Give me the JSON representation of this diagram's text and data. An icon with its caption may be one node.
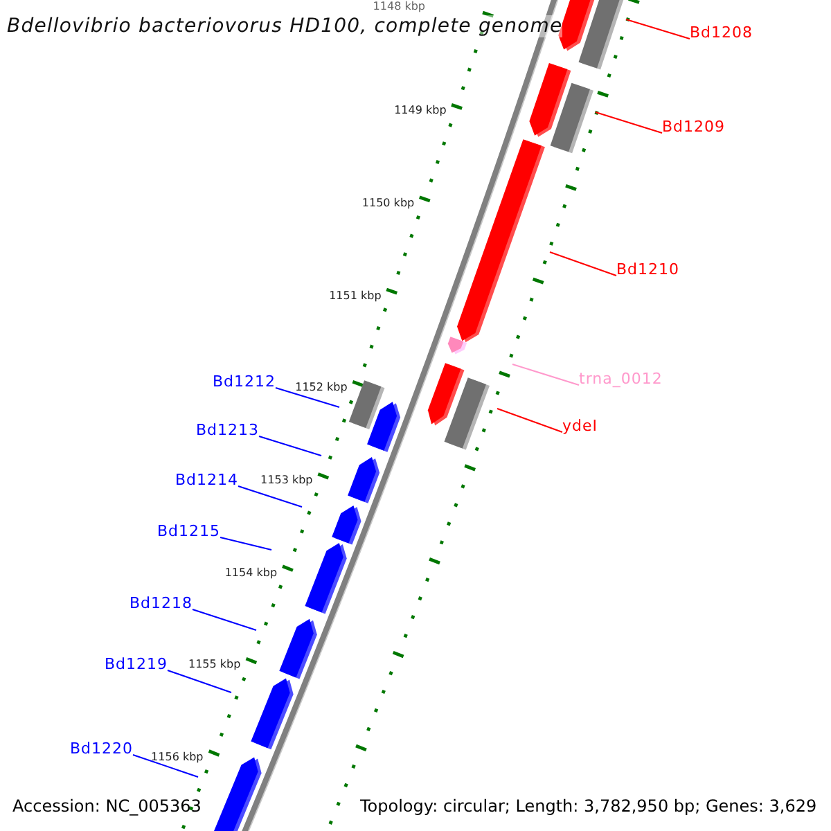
{
  "diagram": {
    "title": "Bdellovibrio bacteriovorus HD100, complete genome",
    "nodes": [
      {
        "text": [
          "Bd1208"
        ]
      },
      {
        "text": [
          "Bd1209"
        ]
      },
      {
        "text": [
          "Bd1210"
        ]
      },
      {
        "text": [
          "trna_0012"
        ]
      },
      {
        "text": [
          "Bd1212"
        ]
      },
      {
        "text": [
          "ydeI"
        ]
      },
      {
        "text": [
          "Bd1213"
        ]
      },
      {
        "text": [
          "Bd1214"
        ]
      },
      {
        "text": [
          "Bd1215"
        ]
      },
      {
        "text": [
          "Bd1218"
        ]
      },
      {
        "text": [
          "Bd1219"
        ]
      },
      {
        "text": [
          "Bd1220"
        ]
      }
    ],
    "edges": [
      {
        "from": 0,
        "to": null,
        "arrow": "none",
        "color": "#ff0000"
      },
      {
        "from": 1,
        "to": null,
        "arrow": "none",
        "color": "#ff0000"
      },
      {
        "from": 2,
        "to": null,
        "arrow": "none",
        "color": "#ff0000"
      },
      {
        "from": 3,
        "to": null,
        "arrow": "none",
        "color": "#ff99cc"
      },
      {
        "from": 4,
        "to": null,
        "arrow": "none"
      },
      {
        "from": 5,
        "to": null,
        "arrow": "none",
        "color": "#ff0000"
      },
      {
        "from": 6,
        "to": null,
        "arrow": "none"
      },
      {
        "from": 7,
        "to": null,
        "arrow": "none"
      },
      {
        "from": 8,
        "to": null,
        "arrow": "none"
      },
      {
        "from": 9,
        "to": null,
        "arrow": "none"
      },
      {
        "from": 10,
        "to": null,
        "arrow": "none"
      },
      {
        "from": 11,
        "to": null,
        "arrow": "none"
      }
    ],
    "labels": [
      "1148 kbp",
      "1149 kbp",
      "1150 kbp",
      "1151 kbp",
      "1152 kbp",
      "1153 kbp",
      "1154 kbp",
      "1155 kbp",
      "1156 kbp",
      "Accession: NC_005363",
      "Topology: circular; Length: 3,782,950 bp; Genes: 3,629"
    ]
  }
}
